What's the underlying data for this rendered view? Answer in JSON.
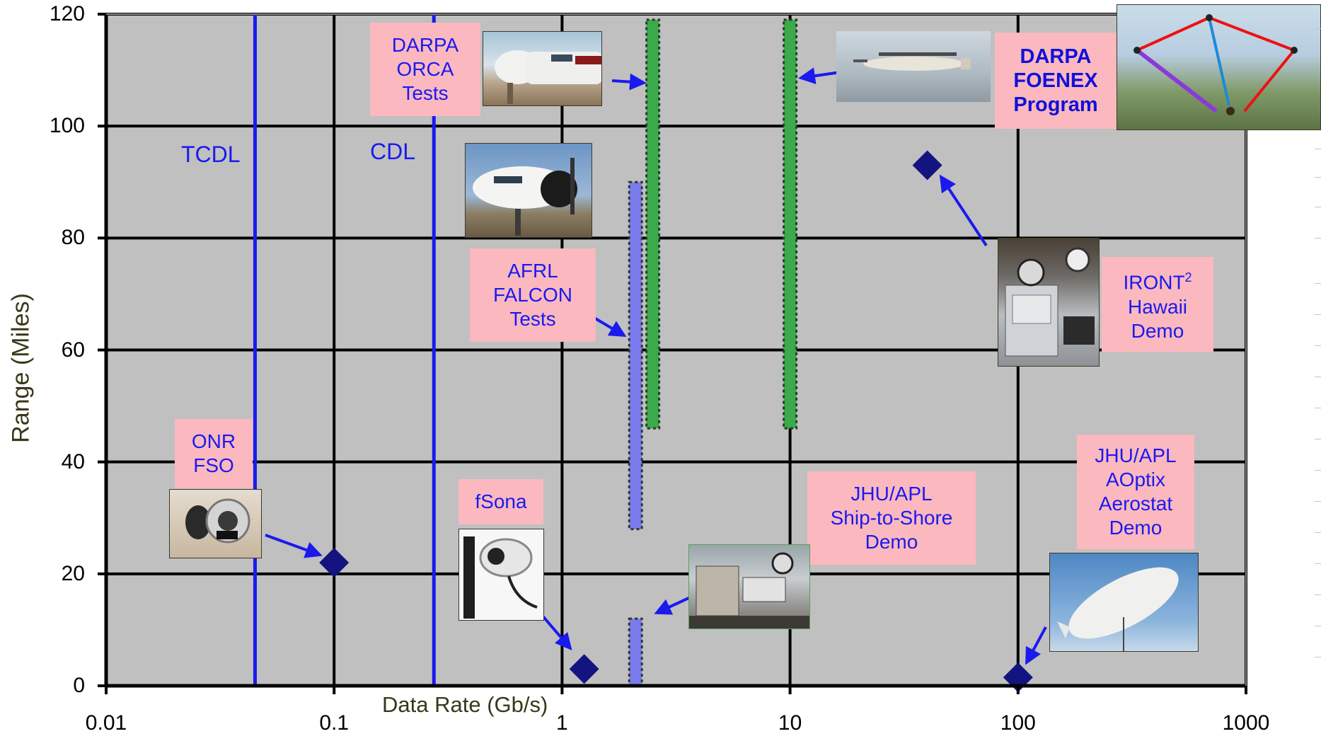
{
  "chart_data": {
    "type": "scatter",
    "title": "",
    "xlabel": "Data Rate (Gb/s)",
    "ylabel": "Range (Miles)",
    "x_scale": "log",
    "xlim": [
      0.01,
      1000
    ],
    "ylim": [
      0,
      120
    ],
    "x_ticks": [
      "0.01",
      "0.1",
      "1",
      "10",
      "100",
      "1000"
    ],
    "y_ticks": [
      "0",
      "20",
      "40",
      "60",
      "80",
      "100",
      "120"
    ],
    "grid": true,
    "points": [
      {
        "x": 0.1,
        "y": 22
      },
      {
        "x": 1.25,
        "y": 3
      },
      {
        "x": 40,
        "y": 93
      },
      {
        "x": 100,
        "y": 1.5
      }
    ],
    "reference_lines": [
      {
        "label": "TCDL",
        "x": 0.045
      },
      {
        "label": "CDL",
        "x": 0.274
      }
    ],
    "range_bars": [
      {
        "x": 2.5,
        "y_min": 46,
        "y_max": 119,
        "color": "#3aaa4a"
      },
      {
        "x": 10,
        "y_min": 46,
        "y_max": 119,
        "color": "#3aaa4a"
      },
      {
        "x": 2.1,
        "y_min": 28,
        "y_max": 90,
        "color": "#7b7bee"
      },
      {
        "x": 2.1,
        "y_min": 0,
        "y_max": 12,
        "color": "#7b7bee"
      }
    ],
    "colors": {
      "plot_bg": "#c0c0c0",
      "grid": "#000000",
      "marker": "#141480",
      "reference_line": "#1a1aee",
      "label_bg": "#fbb8bf",
      "label_text": "#1a1aee"
    }
  },
  "labels": {
    "tcdl": "TCDL",
    "cdl": "CDL",
    "orca": [
      "DARPA",
      "ORCA",
      "Tests"
    ],
    "foenex": [
      "DARPA",
      "FOENEX",
      "Program"
    ],
    "falcon": [
      "AFRL",
      "FALCON",
      "Tests"
    ],
    "iront_main": "IRONT",
    "iront_sup": "2",
    "iront_rest": [
      "Hawaii",
      "Demo"
    ],
    "onr": [
      "ONR",
      "FSO"
    ],
    "fsona": "fSona",
    "ship": [
      "JHU/APL",
      "Ship-to-Shore",
      "Demo"
    ],
    "aoptix": [
      "JHU/APL",
      "AOptix",
      "Aerostat",
      "Demo"
    ]
  },
  "photos": {
    "orca_photo": "aircraft-nose-icon",
    "falcon_photo": "turboprop-aircraft-icon",
    "foenex_plane_photo": "twin-otter-aircraft-icon",
    "foenex_network_photo": "airborne-network-diagram-icon",
    "iront_photo": "equipment-rack-icon",
    "onr_photo": "optical-terminal-icon",
    "fsona_photo": "fso-transceiver-icon",
    "ship_photo": "shipboard-terminal-icon",
    "aoptix_photo": "aerostat-icon"
  }
}
